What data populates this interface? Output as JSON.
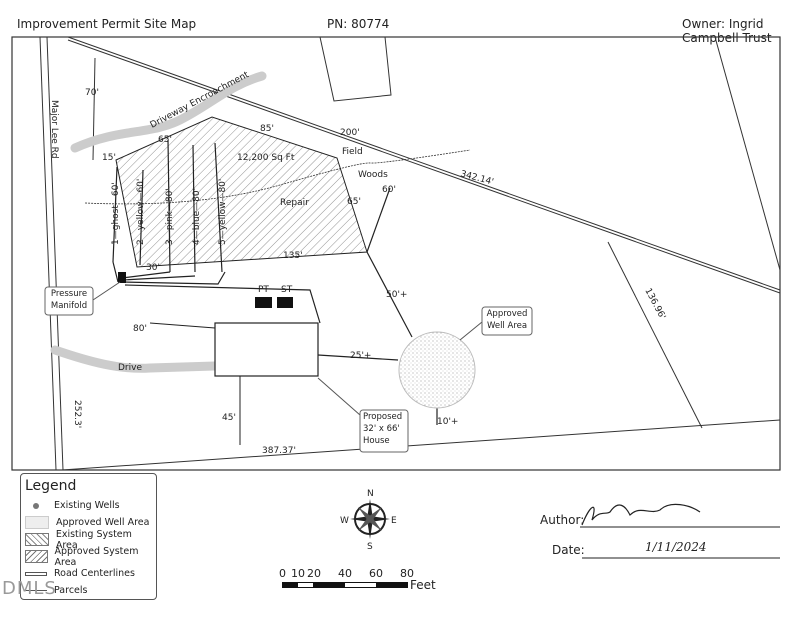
{
  "header": {
    "title": "Improvement Permit Site Map",
    "pn": "PN: 80774",
    "owner": "Owner: Ingrid Campbell Trust"
  },
  "map": {
    "road_name": "Major Lee Rd",
    "labels": {
      "d70": "70'",
      "driveway_encroachment": "Driveway Encroachment",
      "d65a": "65'",
      "d85": "85'",
      "d200": "200'",
      "field": "Field",
      "d15": "15'",
      "area": "12,200 Sq Ft",
      "woods": "Woods",
      "d60": "60'",
      "d342": "342.14'",
      "repair": "Repair",
      "d65b": "65'",
      "line1": "1—ghost—60'",
      "line2": "2—yellow—60'",
      "line3": "3—pink—80'",
      "line4": "4—blue—80'",
      "line5": "5—yellow—80'",
      "d135": "135'",
      "d30": "30'",
      "d50": "50'+",
      "pt": "PT",
      "st": "ST",
      "d136": "136.96'",
      "d80": "80'",
      "drive": "Drive",
      "d25": "25'+",
      "d45": "45'",
      "d10": "10'+",
      "d252": "252.3'",
      "d387": "387.37'"
    },
    "callouts": {
      "manifold": "Pressure Manifold",
      "well": "Approved Well Area",
      "house": "Proposed 32' x 66' House"
    }
  },
  "legend": {
    "title": "Legend",
    "items": [
      "Existing Wells",
      "Approved Well Area",
      "Existing System Area",
      "Approved System Area",
      "Road Centerlines",
      "Parcels"
    ]
  },
  "compass": {
    "n": "N",
    "s": "S",
    "e": "E",
    "w": "W"
  },
  "scale": {
    "ticks": [
      "0",
      "10",
      "20",
      "40",
      "60",
      "80"
    ],
    "unit": "Feet"
  },
  "signature": {
    "author_label": "Author:",
    "date_label": "Date:",
    "date_value": "1/11/2024"
  },
  "watermark": "DMLS"
}
